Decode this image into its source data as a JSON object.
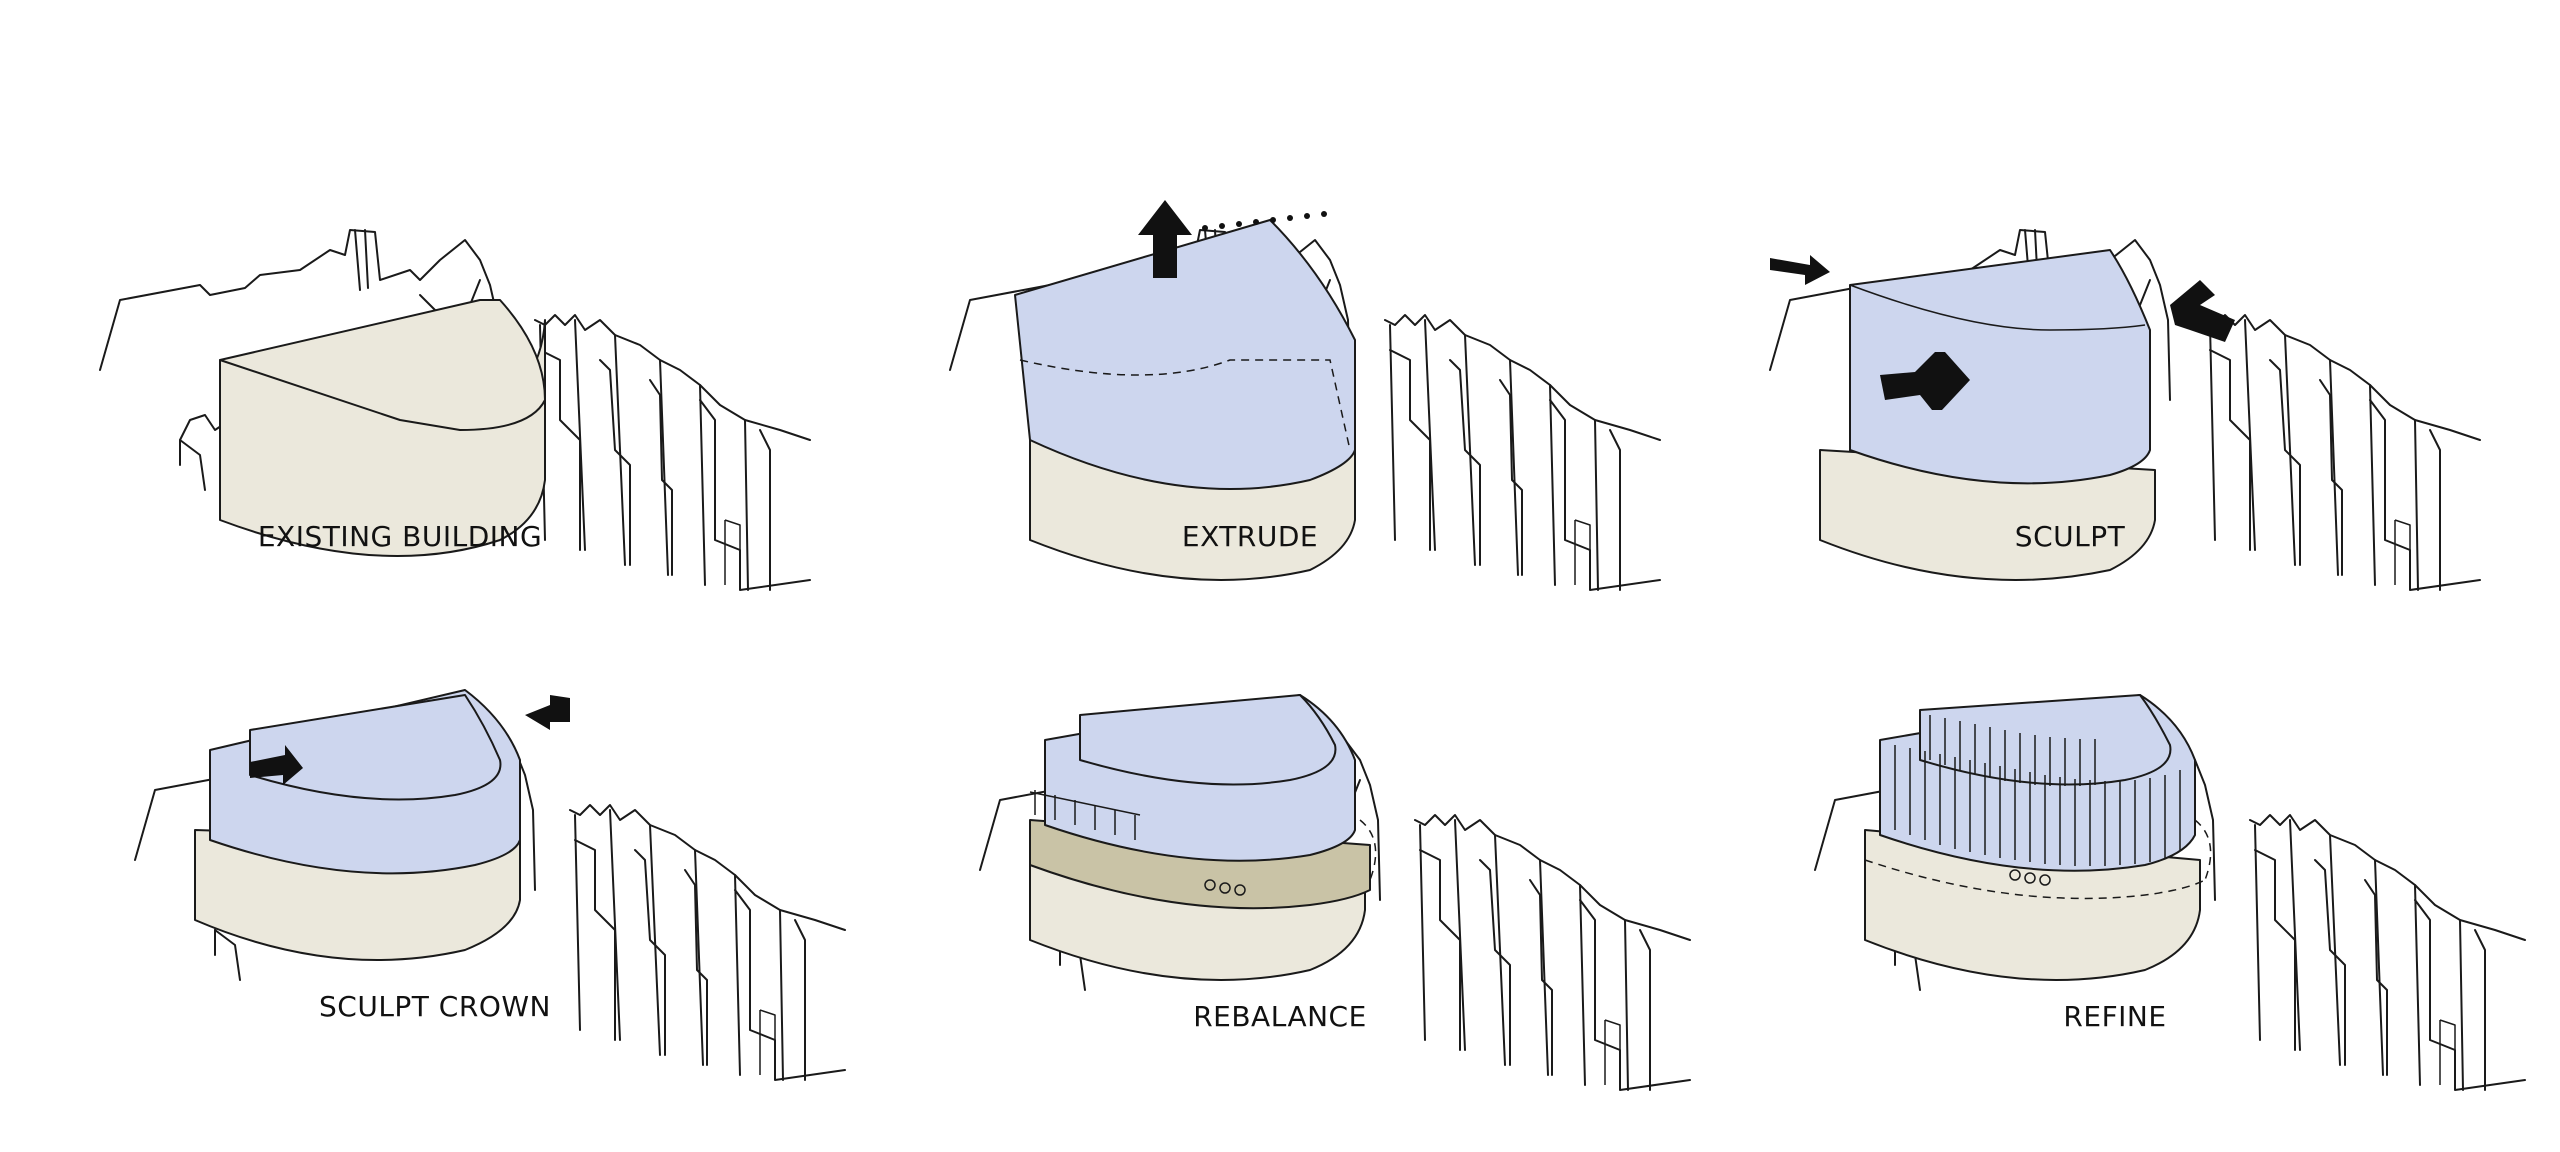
{
  "colors": {
    "base_massing": "#ebe8dc",
    "new_massing": "#cdd6ee",
    "plinth_band": "#c9c3a6",
    "ink": "#1a1a1a",
    "caption_text": "#111111"
  },
  "panels": [
    {
      "id": "existing",
      "caption": "EXISTING BUILDING"
    },
    {
      "id": "extrude",
      "caption": "EXTRUDE"
    },
    {
      "id": "sculpt",
      "caption": "SCULPT"
    },
    {
      "id": "sculpt-crown",
      "caption": "SCULPT CROWN"
    },
    {
      "id": "rebalance",
      "caption": "REBALANCE"
    },
    {
      "id": "refine",
      "caption": "REFINE"
    }
  ]
}
